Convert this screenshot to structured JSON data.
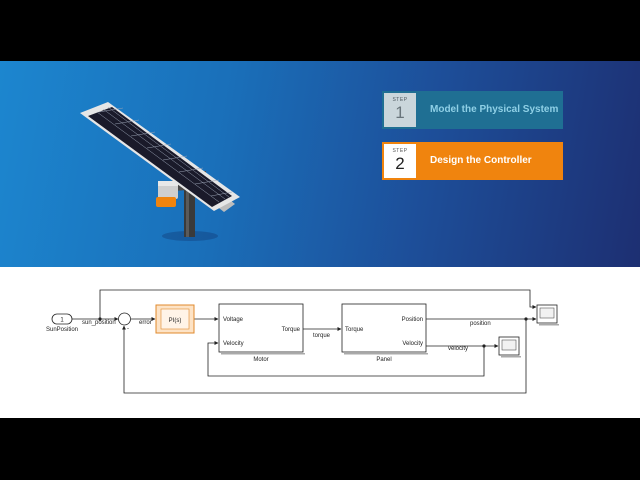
{
  "steps": [
    {
      "label": "STEP",
      "number": "1",
      "title": "Model the Physical System"
    },
    {
      "label": "STEP",
      "number": "2",
      "title": "Design the Controller"
    }
  ],
  "diagram": {
    "inport_number": "1",
    "inport_name": "SunPosition",
    "sun_position_label": "sun_position",
    "sum_sign": "-",
    "error_label": "error",
    "pi_label": "PI(s)",
    "motor": {
      "name": "Motor",
      "in_voltage": "Voltage",
      "in_velocity": "Velocity",
      "out_torque": "Torque"
    },
    "torque_label": "torque",
    "panel": {
      "name": "Panel",
      "in_torque": "Torque",
      "out_position": "Position",
      "out_velocity": "Velocity"
    },
    "position_label": "position",
    "velocity_label": "velocity"
  },
  "colors": {
    "step1_bg": "#1f6f93",
    "step2_bg": "#f0840e",
    "pi_block_fill": "#fde3c6",
    "pi_block_border": "#e08a2c"
  }
}
